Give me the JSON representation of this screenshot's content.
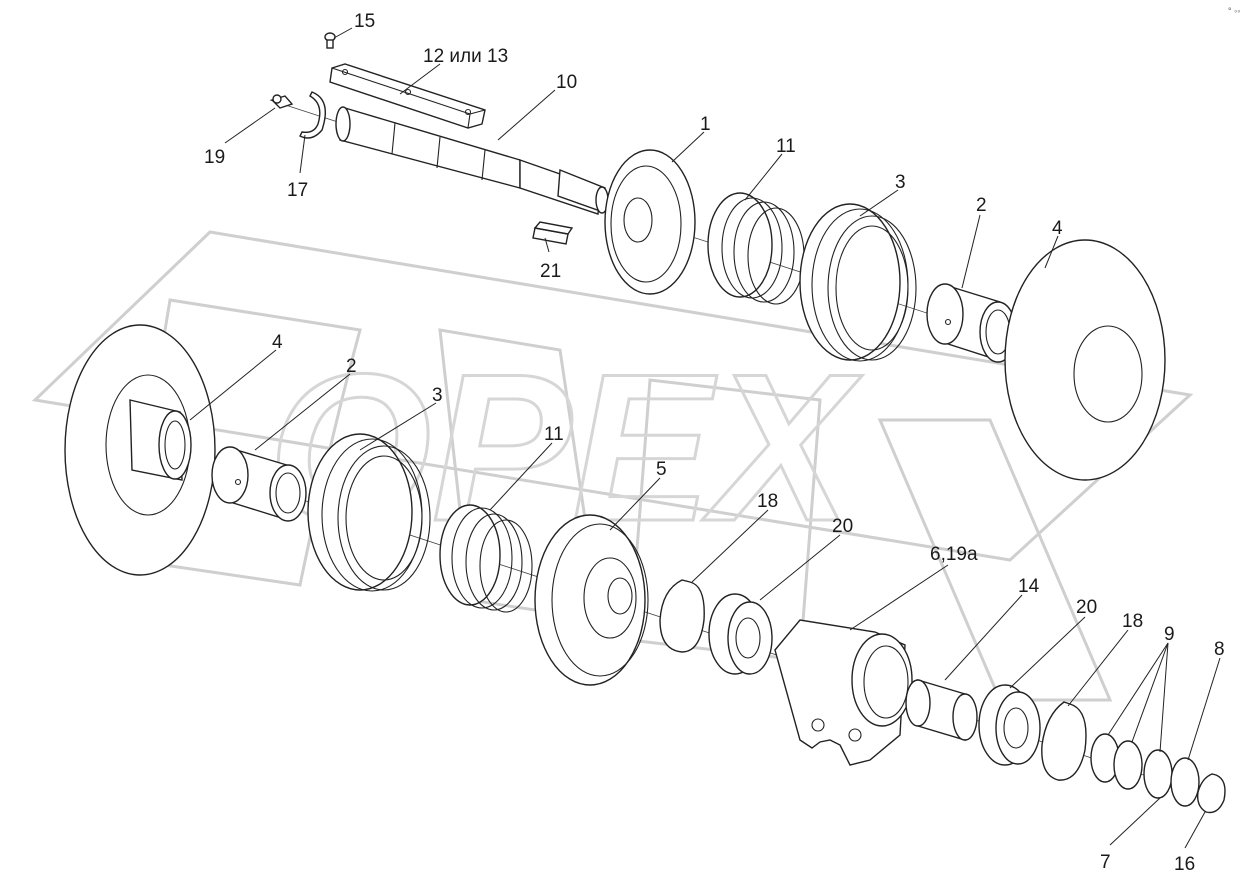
{
  "diagram": {
    "watermark": "OPEX",
    "corner_mark": "° ◦◦",
    "labels": {
      "p15": "15",
      "p12_13": "12 или 13",
      "p10": "10",
      "p19": "19",
      "p17": "17",
      "p21": "21",
      "p1": "1",
      "p11_top": "11",
      "p3_top": "3",
      "p2_top": "2",
      "p4_top": "4",
      "p4_left": "4",
      "p2_left": "2",
      "p3_left": "3",
      "p11_mid": "11",
      "p5": "5",
      "p18_mid": "18",
      "p20_mid": "20",
      "p6_19a": "6,19а",
      "p14": "14",
      "p20_right": "20",
      "p18_right": "18",
      "p9": "9",
      "p8": "8",
      "p7": "7",
      "p16": "16"
    }
  }
}
